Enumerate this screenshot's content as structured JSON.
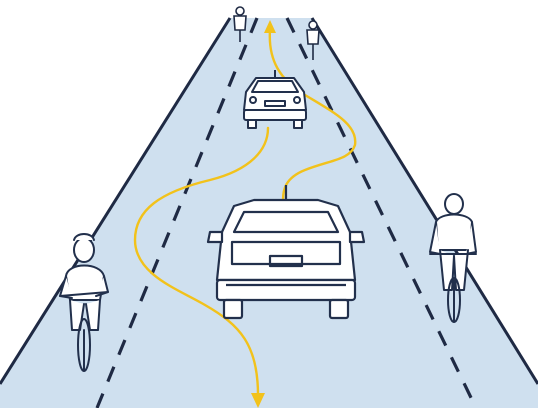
{
  "scene": {
    "description_visible_text": "",
    "colors": {
      "road": "#cfe0ef",
      "ink": "#1f2a44",
      "outline": "#22304c",
      "white": "#ffffff",
      "path": "#f2c21b"
    },
    "elements": {
      "road": "road",
      "lanes": "dashed-lane-markings",
      "vehicles": [
        "car-near",
        "car-far"
      ],
      "cyclists": [
        "cyclist-left-woman",
        "cyclist-right-man",
        "cyclist-far-left",
        "cyclist-far-right"
      ],
      "path": "weaving-yellow-path-with-arrows"
    }
  }
}
